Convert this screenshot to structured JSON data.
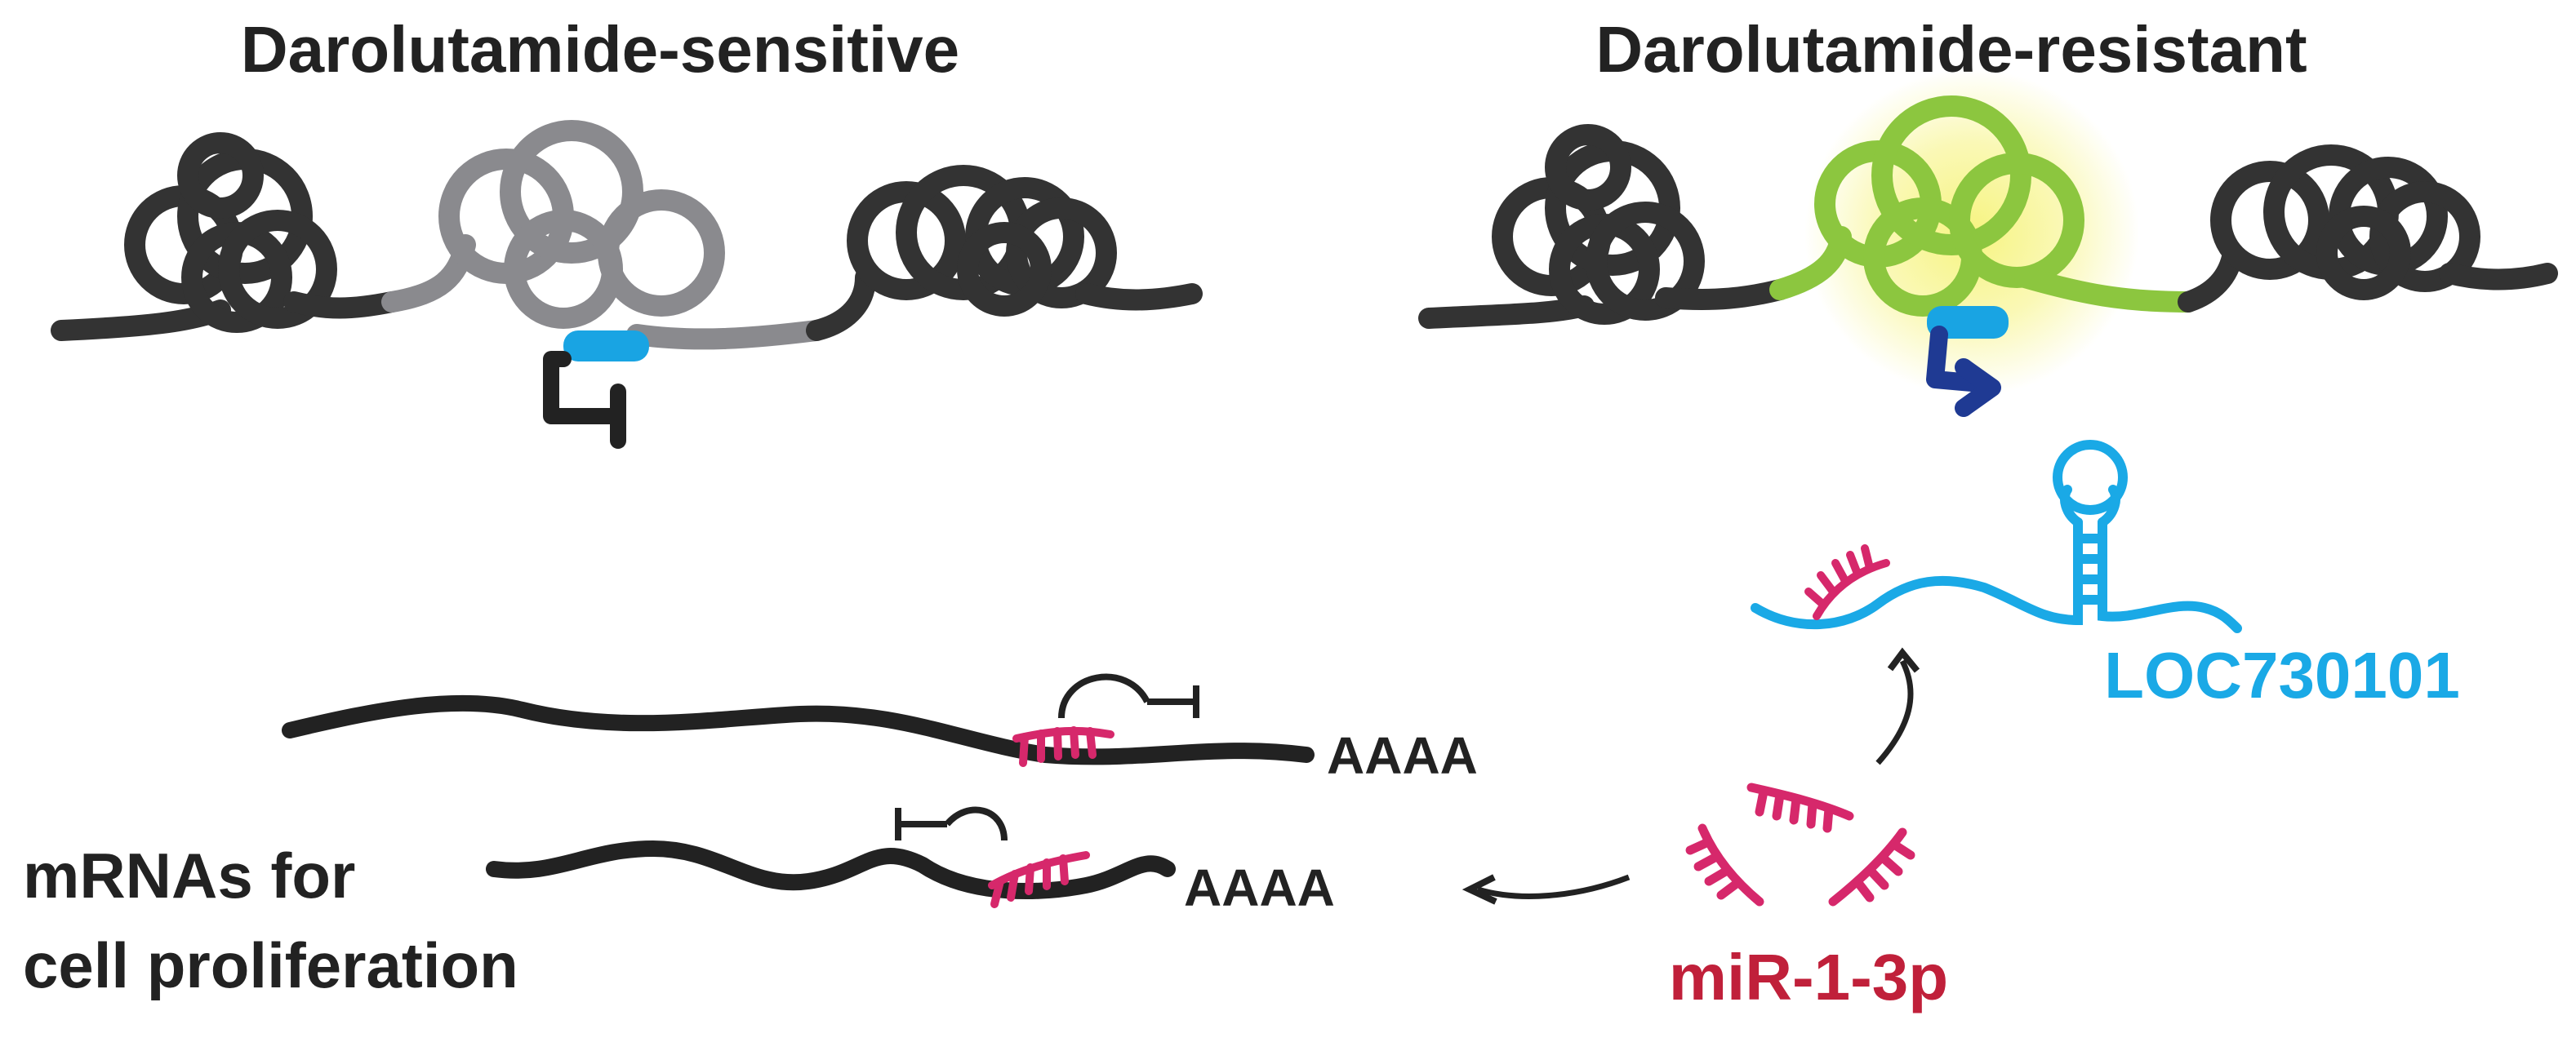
{
  "labels": {
    "left_title": "Darolutamide-sensitive",
    "right_title": "Darolutamide-resistant",
    "lncrna": "LOC730101",
    "mirna": "miR-1-3p",
    "mrna_target": "mRNAs for",
    "mrna_target_2": "cell proliferation",
    "polya_1": "AAAA",
    "polya_2": "AAAA"
  },
  "colors": {
    "chromatin": "#333333",
    "closed_region": "#8a8a8e",
    "open_region": "#8cc63f",
    "glow": "#f3f06a",
    "lncrna": "#1aa9e6",
    "mirna": "#d6286b",
    "mirna_label": "#c0203a",
    "arrow_active": "#1f3a93",
    "promoter": "#19a4e3",
    "inhibition": "#222222"
  }
}
